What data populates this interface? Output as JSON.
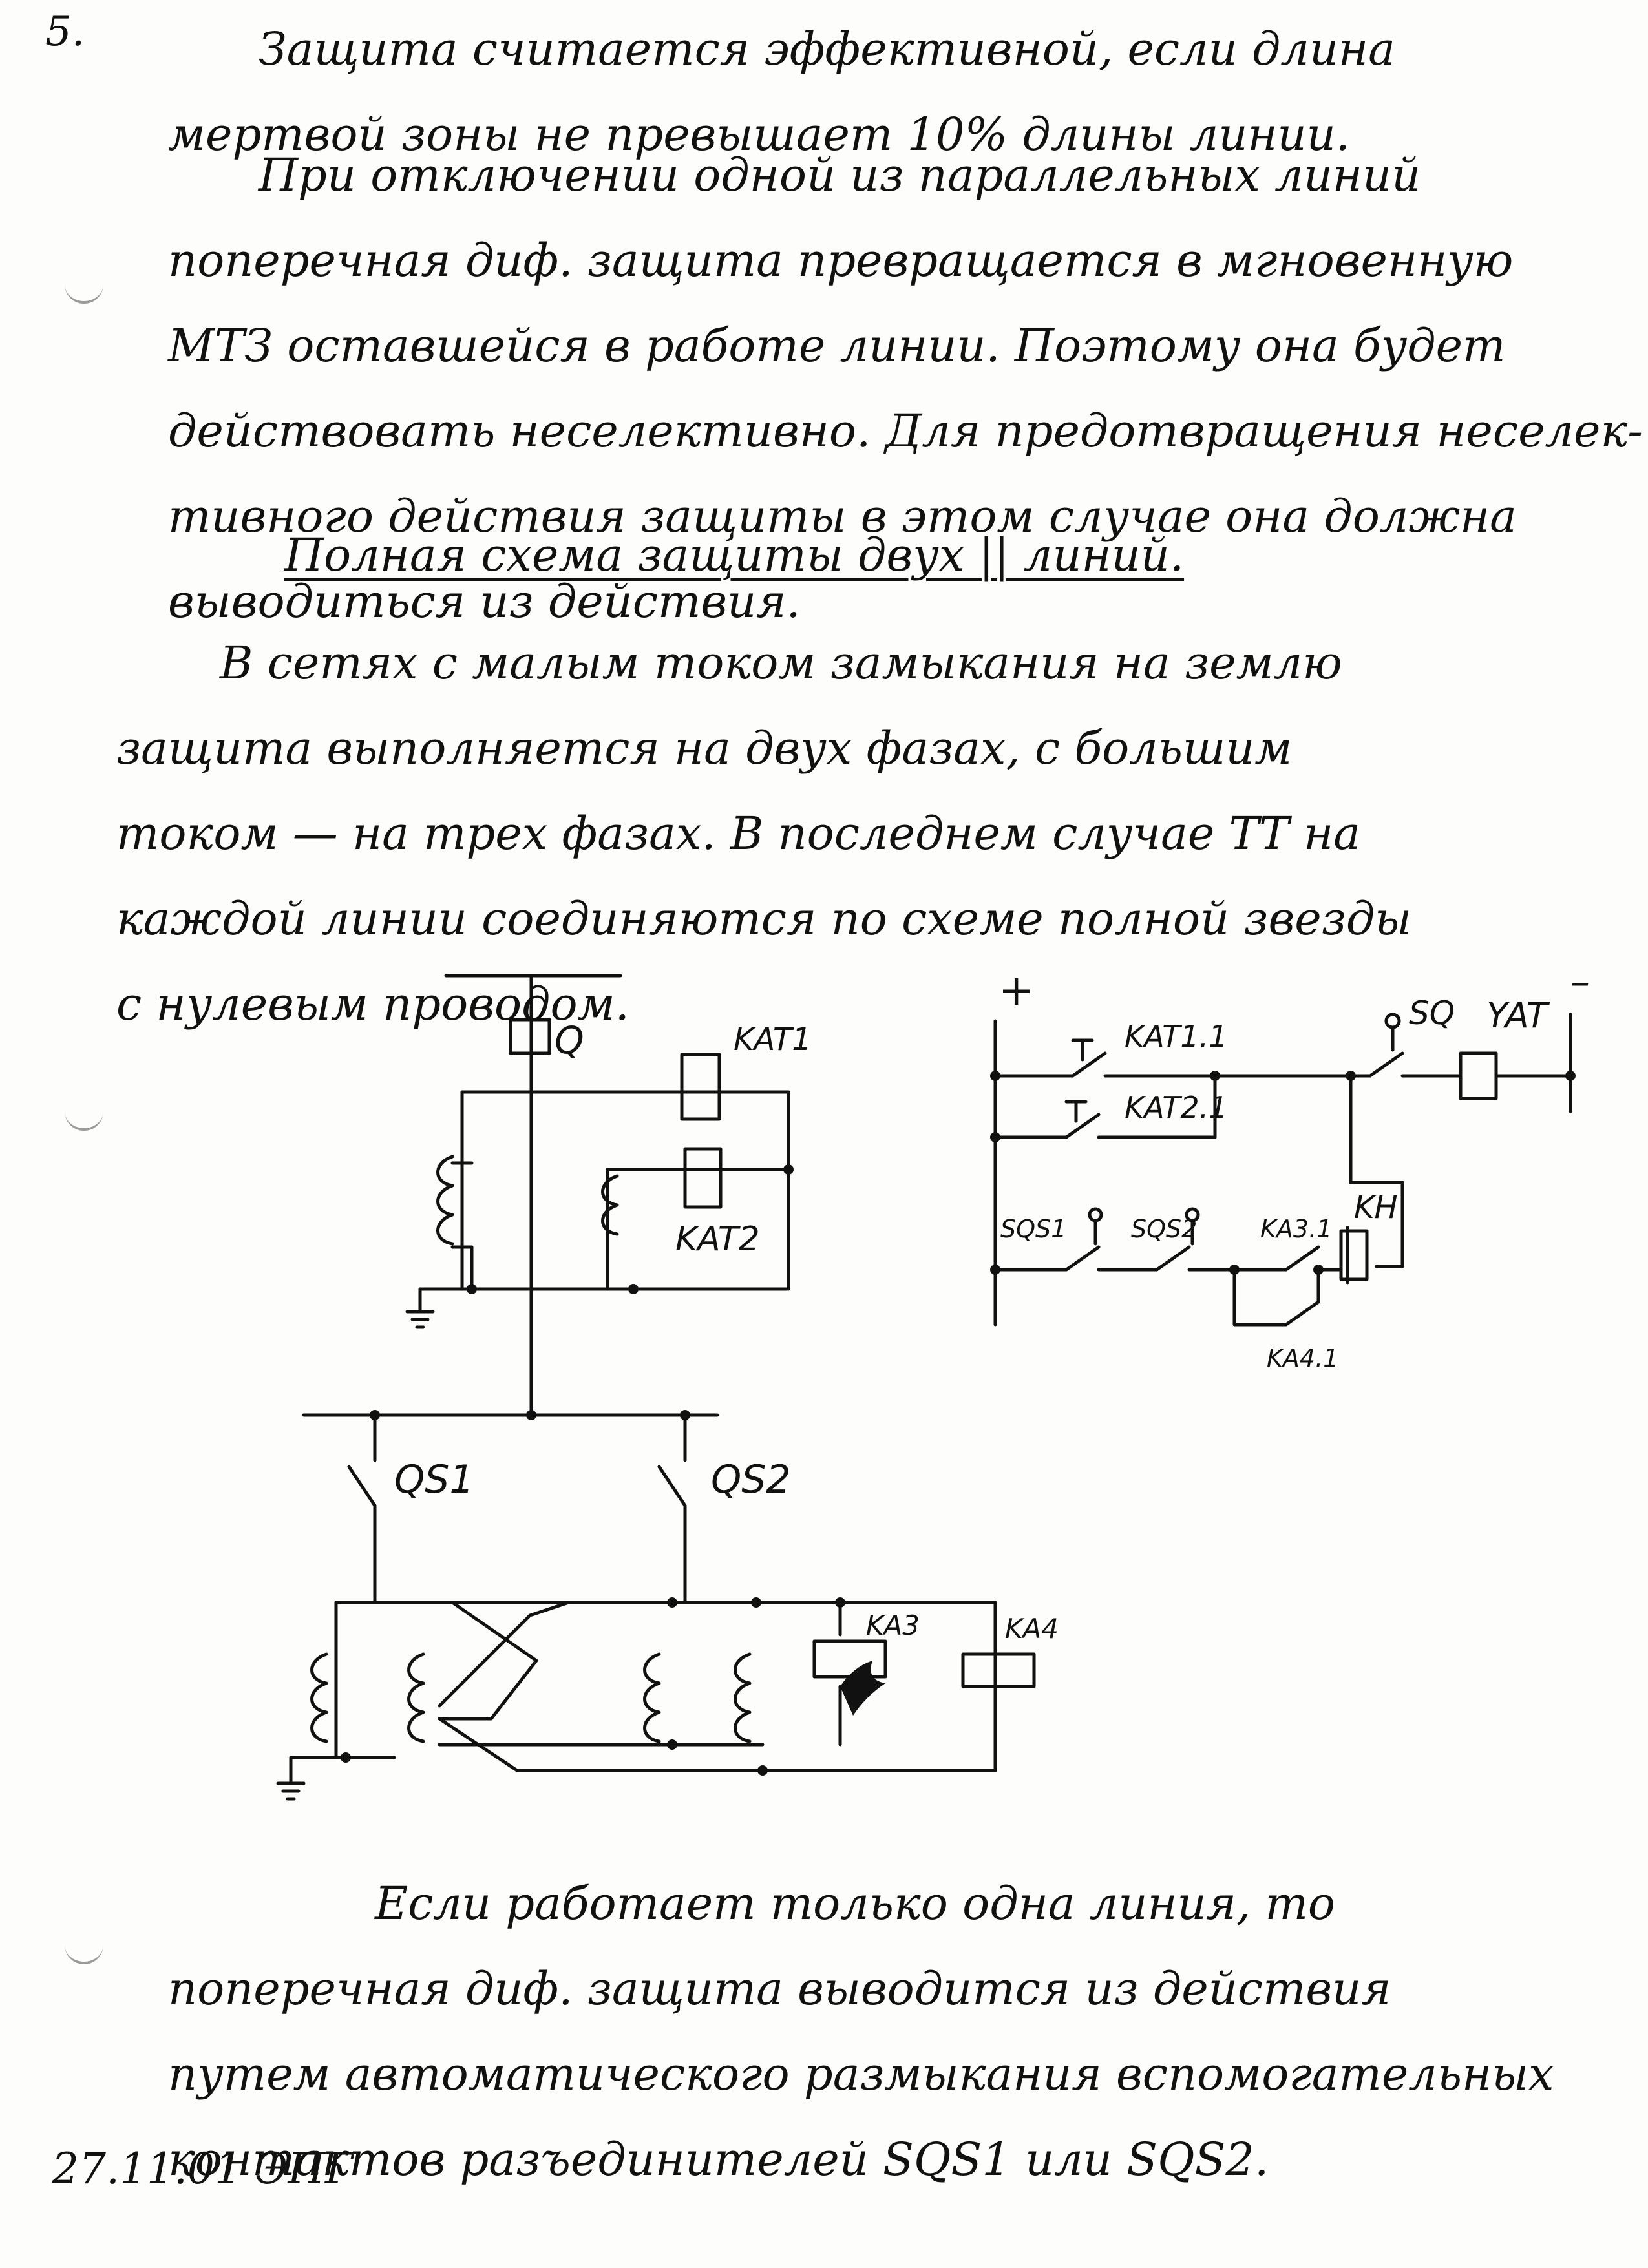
{
  "page_number": "5.",
  "paragraph1": [
    "Защита считается эффективной, если длина",
    "мертвой зоны не превышает 10% длины линии."
  ],
  "paragraph2": [
    "При отключении одной из параллельных линий",
    "поперечная диф. защита превращается в мгновенную",
    "МТЗ оставшейся в работе линии. Поэтому она будет",
    "действовать неселективно. Для предотвращения неселек-",
    "тивного действия защиты в этом случае она должна",
    "выводиться из действия."
  ],
  "heading": "Полная схема защиты двух || линий.",
  "paragraph3": [
    "В сетях с малым током замыкания на землю",
    "защита выполняется на двух фазах, с большим",
    "током — на трех фазах. В последнем случае ТТ на",
    "каждой линии соединяются по схеме полной звезды",
    "с нулевым проводом."
  ],
  "diagram_left": {
    "breaker": "Q",
    "relay1": "KAT1",
    "relay2": "KAT2",
    "disconnector1": "QS1",
    "disconnector2": "QS2",
    "relay3": "KA3",
    "relay4": "KA4"
  },
  "diagram_right": {
    "plus": "+",
    "minus": "–",
    "contact1": "KAT1.1",
    "contact2": "KAT2.1",
    "sq": "SQ",
    "coil": "YAT",
    "sqs1": "SQS1",
    "sqs2": "SQS2",
    "ka3": "KA3.1",
    "ka4": "KA4.1",
    "kh": "KH"
  },
  "paragraph4": [
    "Если работает только одна линия, то",
    "поперечная диф. защита выводится из действия",
    "путем автоматического размыкания вспомогательных",
    "контактов разъединителей SQS1 или SQS2."
  ],
  "date_note": "27.11.01 ЭПГ"
}
